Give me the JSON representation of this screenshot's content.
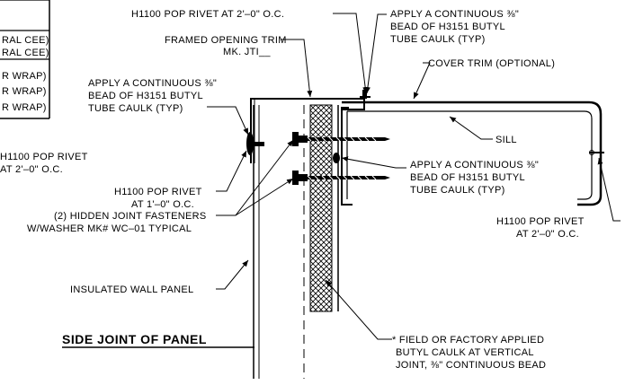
{
  "legend_table": {
    "rows": [
      "RAL CEE)",
      "RAL CEE)",
      "R WRAP)",
      "R WRAP)",
      "R WRAP)"
    ]
  },
  "labels": {
    "rivet_top": "H1100 POP RIVET AT 2'–0\" O.C.",
    "caulk_top_right": [
      "APPLY A CONTINUOUS ⅜\"",
      "BEAD OF H3151 BUTYL",
      "TUBE CAULK (TYP)"
    ],
    "framed_trim": [
      "FRAMED OPENING TRIM",
      "MK. JTI__"
    ],
    "cover_trim": "COVER TRIM (OPTIONAL)",
    "caulk_left": [
      "APPLY A CONTINUOUS ⅜\"",
      "BEAD OF H3151 BUTYL",
      "TUBE CAULK (TYP)"
    ],
    "sill": "SILL",
    "rivet_left_cut": [
      "H1100 POP RIVET",
      "AT 2'–0\" O.C."
    ],
    "caulk_mid": [
      "APPLY A CONTINUOUS ⅜\"",
      "BEAD OF H3151 BUTYL",
      "TUBE CAULK (TYP)"
    ],
    "rivet_mid": [
      "H1100 POP RIVET",
      "AT 1'–0\" O.C."
    ],
    "rivet_right": [
      "H1100 POP RIVET",
      "AT 2'–0\" O.C."
    ],
    "fasteners": [
      "(2) HIDDEN JOINT FASTENERS",
      "W/WASHER MK# WC–01 TYPICAL"
    ],
    "wall_panel": "INSULATED WALL PANEL",
    "field_caulk": [
      "* FIELD OR FACTORY APPLIED",
      "BUTYL CAULK AT VERTICAL",
      "JOINT, ⅜\" CONTINUOUS BEAD"
    ]
  },
  "title": "SIDE JOINT OF PANEL"
}
